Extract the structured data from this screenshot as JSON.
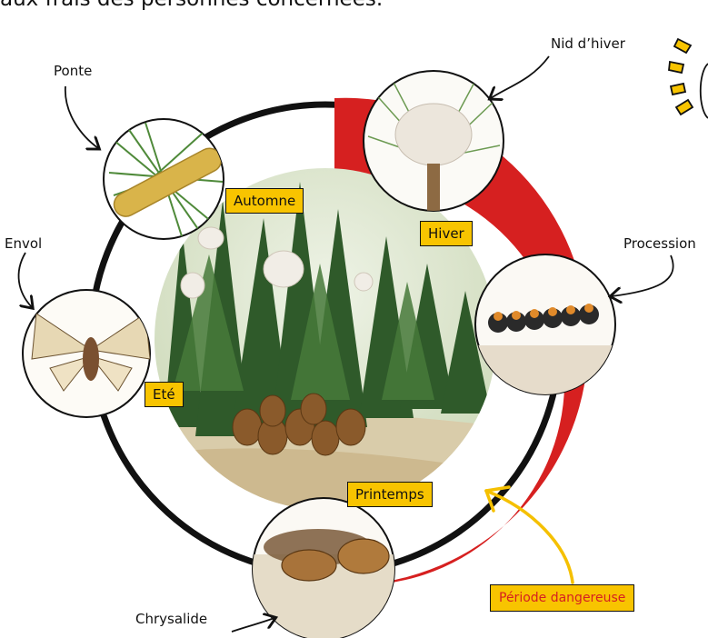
{
  "intro_text": "aux frais des personnes concernées.",
  "stages": {
    "ponte": "Ponte",
    "nid_hiver": "Nid d’hiver",
    "envol": "Envol",
    "procession": "Procession",
    "chrysalide": "Chrysalide"
  },
  "seasons": {
    "automne": "Automne",
    "hiver": "Hiver",
    "ete": "Eté",
    "printemps": "Printemps"
  },
  "danger_label": "Période dangereuse",
  "colors": {
    "danger_arc": "#d62020",
    "label_bg": "#f8c400",
    "arrow_yellow": "#f5c000",
    "ring": "#111111"
  },
  "icons": [
    "lightbulb-rays-icon"
  ]
}
